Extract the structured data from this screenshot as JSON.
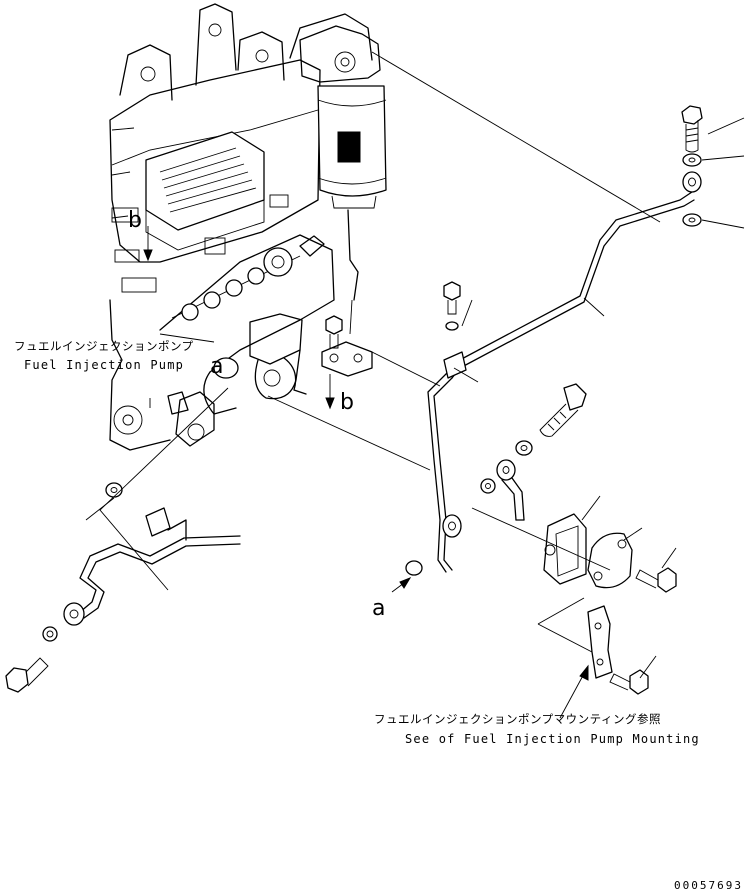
{
  "labels": {
    "pump_jp": "フュエルインジェクションポンプ",
    "pump_en": "Fuel Injection Pump",
    "mounting_jp": "フュエルインジェクションポンプマウンティング参照",
    "mounting_en": "See of Fuel Injection Pump Mounting",
    "ref_a_upper": "a",
    "ref_a_lower": "a",
    "ref_b_upper": "b",
    "ref_b_lower": "b",
    "part_number": "00057693"
  },
  "icons": [
    "bolt-icon",
    "washer-icon",
    "eye-joint-icon",
    "fuel-tube-icon",
    "gasket-icon",
    "cover-plate-icon",
    "bracket-icon",
    "clamp-icon",
    "fuel-filter-icon",
    "engine-block-icon",
    "arrow-icon"
  ]
}
